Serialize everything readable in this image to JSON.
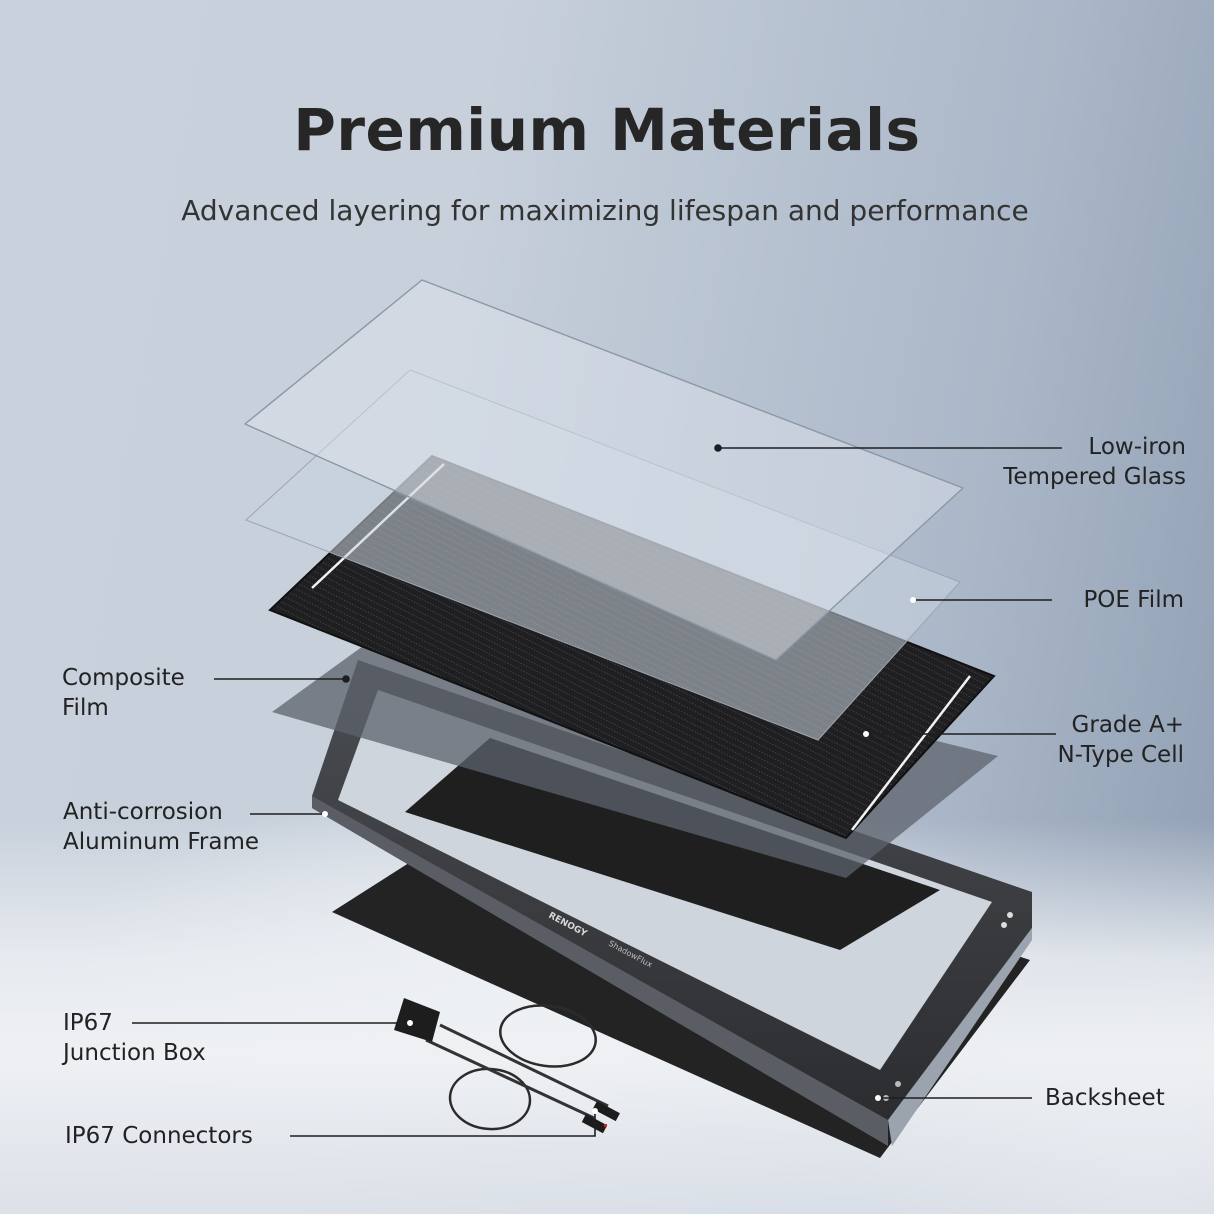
{
  "header": {
    "title": "Premium Materials",
    "subtitle": "Advanced layering for maximizing lifespan and performance"
  },
  "diagram": {
    "type": "exploded-layer-diagram",
    "subject": "solar panel",
    "brand_marks": {
      "brand": "RENOGY",
      "product": "ShadowFlux"
    },
    "layers_top_to_bottom": [
      "Low-iron Tempered Glass",
      "POE Film",
      "Grade A+ N-Type Cell",
      "Composite Film",
      "Anti-corrosion Aluminum Frame",
      "Backsheet",
      "IP67 Junction Box",
      "IP67 Connectors"
    ]
  },
  "labels": {
    "glass": "Low-iron\nTempered Glass",
    "poe": "POE Film",
    "cell": "Grade A+\nN-Type Cell",
    "composite": "Composite\nFilm",
    "frame": "Anti-corrosion\nAluminum Frame",
    "junction": "IP67\nJunction Box",
    "connectors": "IP67 Connectors",
    "backsheet": "Backsheet"
  },
  "colors": {
    "text": "#262626",
    "leader_line": "#1e1e1e",
    "panel_dark": "#222222"
  }
}
